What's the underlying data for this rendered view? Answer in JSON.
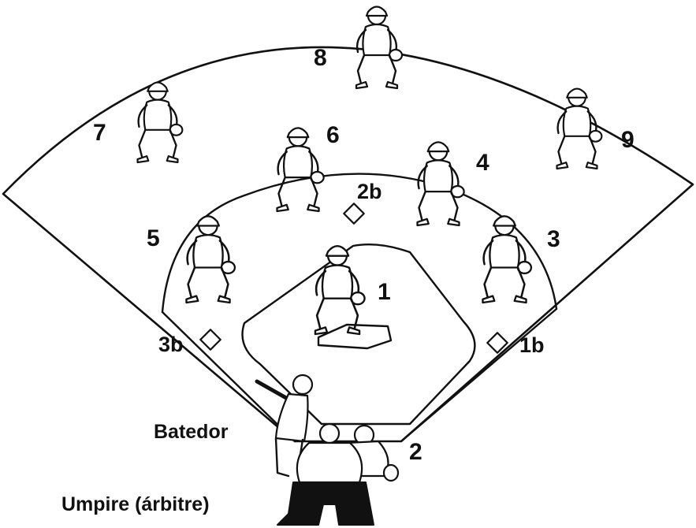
{
  "positions": [
    {
      "number": "1",
      "role": "pitcher"
    },
    {
      "number": "2",
      "role": "catcher"
    },
    {
      "number": "3",
      "role": "first-baseman"
    },
    {
      "number": "4",
      "role": "second-baseman"
    },
    {
      "number": "5",
      "role": "third-baseman"
    },
    {
      "number": "6",
      "role": "shortstop"
    },
    {
      "number": "7",
      "role": "left-fielder"
    },
    {
      "number": "8",
      "role": "center-fielder"
    },
    {
      "number": "9",
      "role": "right-fielder"
    }
  ],
  "bases": {
    "first": "1b",
    "second": "2b",
    "third": "3b"
  },
  "labels": {
    "batter": "Batedor",
    "umpire": "Umpire (árbitre)"
  }
}
